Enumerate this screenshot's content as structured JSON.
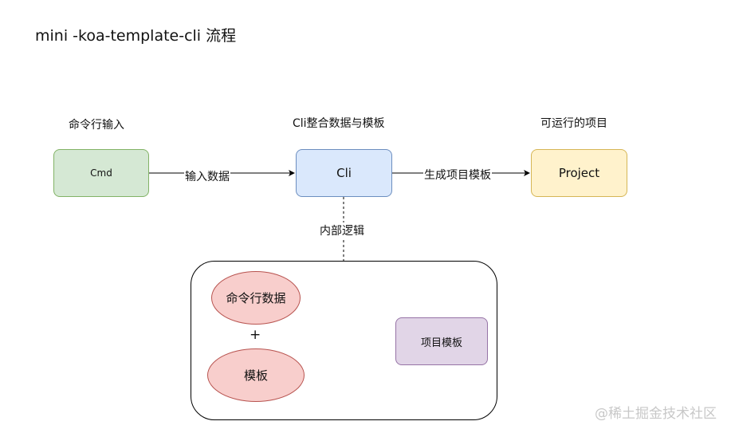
{
  "title": "mini -koa-template-cli 流程",
  "section_labels": {
    "cmd_input": "命令行输入",
    "cli_merge": "Cli整合数据与模板",
    "runnable_project": "可运行的项目"
  },
  "nodes": {
    "cmd": "Cmd",
    "cli": "Cli",
    "project": "Project",
    "cmd_data": "命令行数据",
    "template": "模板",
    "project_template": "项目模板"
  },
  "edges": {
    "input_data": "输入数据",
    "generate_template": "生成项目模板",
    "internal_logic": "内部逻辑"
  },
  "plus": "+",
  "watermark": "@稀土掘金技术社区"
}
